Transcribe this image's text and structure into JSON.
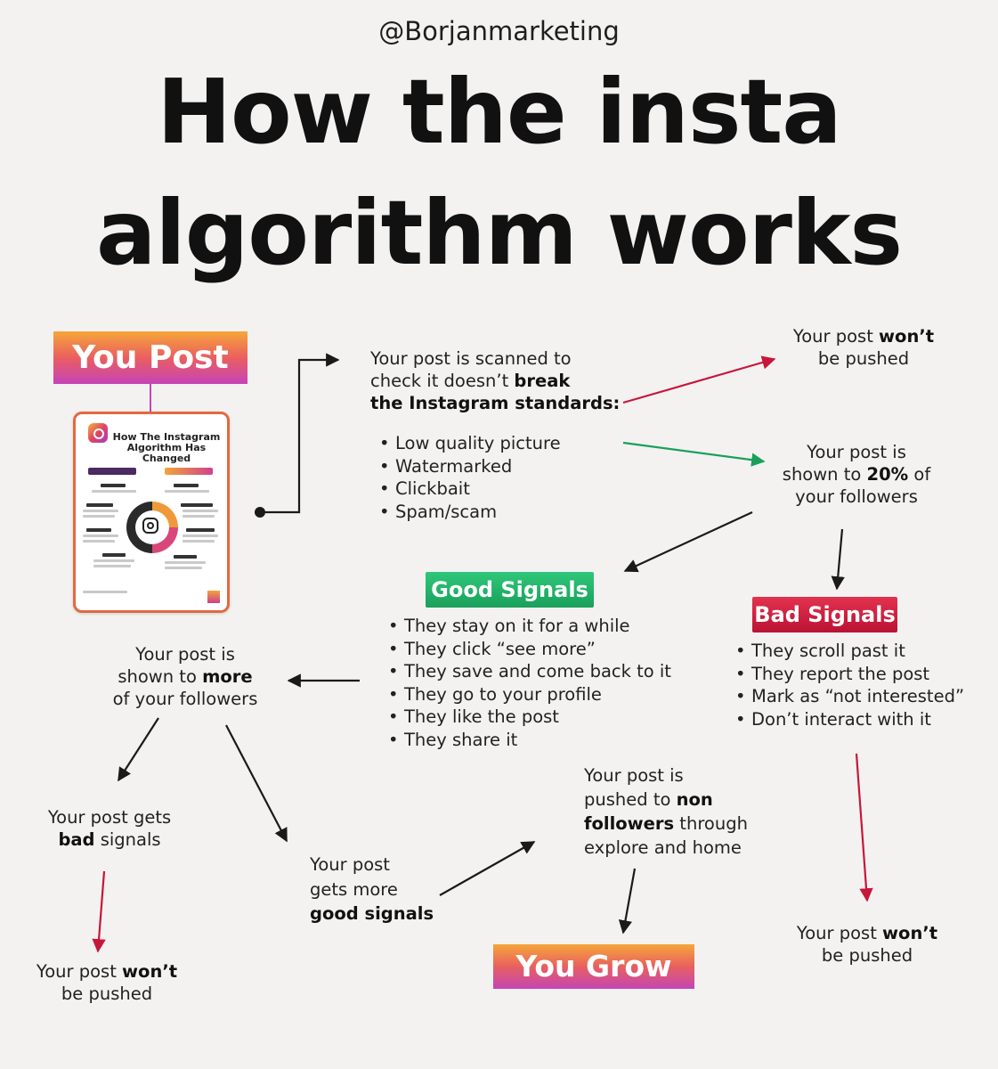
{
  "header": {
    "handle": "@Borjanmarketing",
    "title_line1": "How the insta",
    "title_line2": "algorithm works"
  },
  "you_post": {
    "label": "You Post"
  },
  "thumbnail": {
    "title": "How The Instagram Algorithm Has Changed"
  },
  "scan": {
    "line1": "Your post is scanned to",
    "line2_pre": "check it doesn’t ",
    "line2_bold": "break",
    "line3_bold": "the Instagram standards:",
    "items": [
      "Low quality picture",
      "Watermarked",
      "Clickbait",
      "Spam/scam"
    ]
  },
  "not_pushed_top": {
    "pre": "Your post ",
    "bold": "won’t",
    "line2": "be pushed"
  },
  "shown_20": {
    "line1": "Your post is",
    "line2_pre": "shown to ",
    "line2_bold": "20%",
    "line2_post": " of",
    "line3": "your followers"
  },
  "good_signals": {
    "label": "Good Signals",
    "items": [
      "They stay on it for a while",
      "They click “see more”",
      "They save and come back to it",
      "They go to your profile",
      "They like the post",
      "They share it"
    ]
  },
  "bad_signals": {
    "label": "Bad Signals",
    "items": [
      "They scroll past it",
      "They report the post",
      "Mark as “not interested”",
      "Don’t interact with it"
    ]
  },
  "shown_more": {
    "line1": "Your post is",
    "line2_pre": "shown to ",
    "line2_bold": "more",
    "line3": "of your followers"
  },
  "gets_bad": {
    "line1": "Your post gets",
    "line2_bold": "bad",
    "line2_post": " signals"
  },
  "not_pushed_left": {
    "pre": "Your post ",
    "bold": "won’t",
    "line2": "be pushed"
  },
  "gets_good": {
    "line1": "Your post",
    "line2": "gets more",
    "line3_bold": "good signals"
  },
  "non_followers": {
    "line1": "Your post is",
    "line2_pre": "pushed to ",
    "line2_bold": "non",
    "line3_bold": "followers",
    "line3_post": " through",
    "line4": "explore and home"
  },
  "not_pushed_right": {
    "pre": "Your post ",
    "bold": "won’t",
    "line2": "be pushed"
  },
  "you_grow": {
    "label": "You Grow"
  },
  "colors": {
    "accent_orange": "#f6a63a",
    "accent_pink": "#c643b8",
    "good": "#1aa05a",
    "bad": "#c8163a",
    "arrow_red": "#c8163a",
    "arrow_green": "#1aa05a"
  }
}
